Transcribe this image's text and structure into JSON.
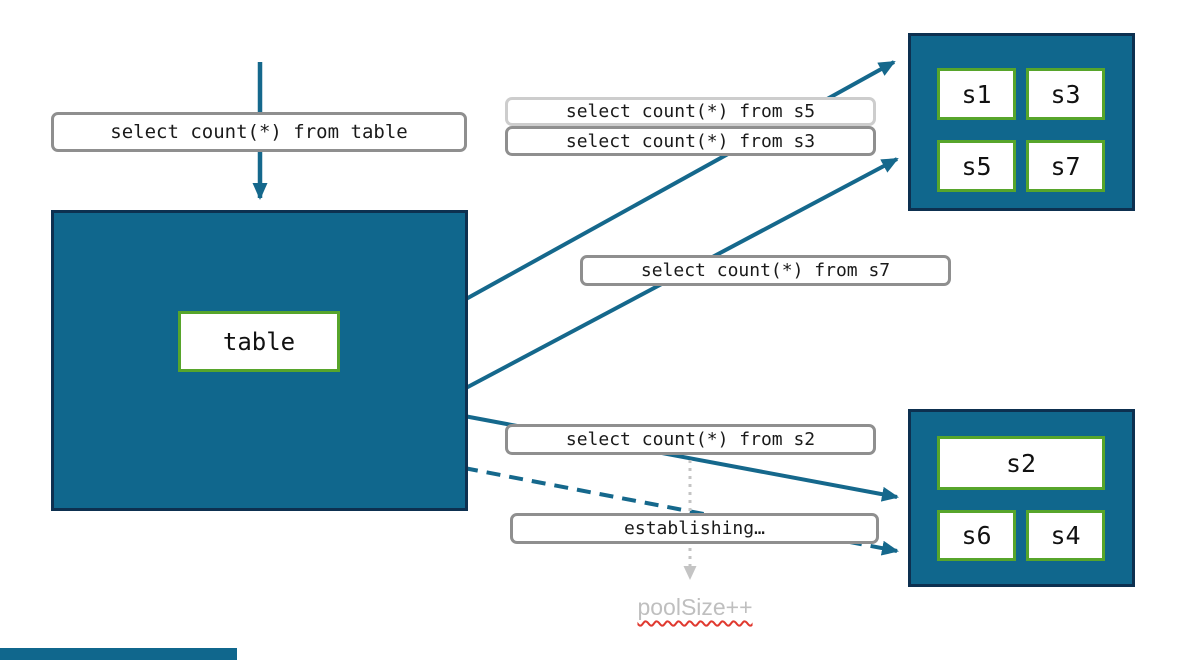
{
  "diagram": {
    "table_query_label": "select count(*) from table",
    "table_label": "table",
    "queries": {
      "s5": "select count(*) from s5",
      "s3": "select count(*) from s3",
      "s7": "select count(*) from s7",
      "s2": "select count(*) from s2"
    },
    "establishing_label": "establishing…",
    "pool_size_label": "poolSize++",
    "shards_top": [
      "s1",
      "s3",
      "s5",
      "s7"
    ],
    "shards_bottom": [
      "s2",
      "s6",
      "s4"
    ]
  },
  "colors": {
    "teal_fill": "#10678d",
    "teal_border": "#0d3050",
    "arrow_teal": "#15688c",
    "green_border": "#57a52b",
    "gray_border": "#8f8f8f",
    "light_gray_border": "#cdcdcd",
    "dotted_gray": "#c4c4c4",
    "pool_size_text": "#bfbfbf",
    "squiggle_red": "#e0392f"
  }
}
